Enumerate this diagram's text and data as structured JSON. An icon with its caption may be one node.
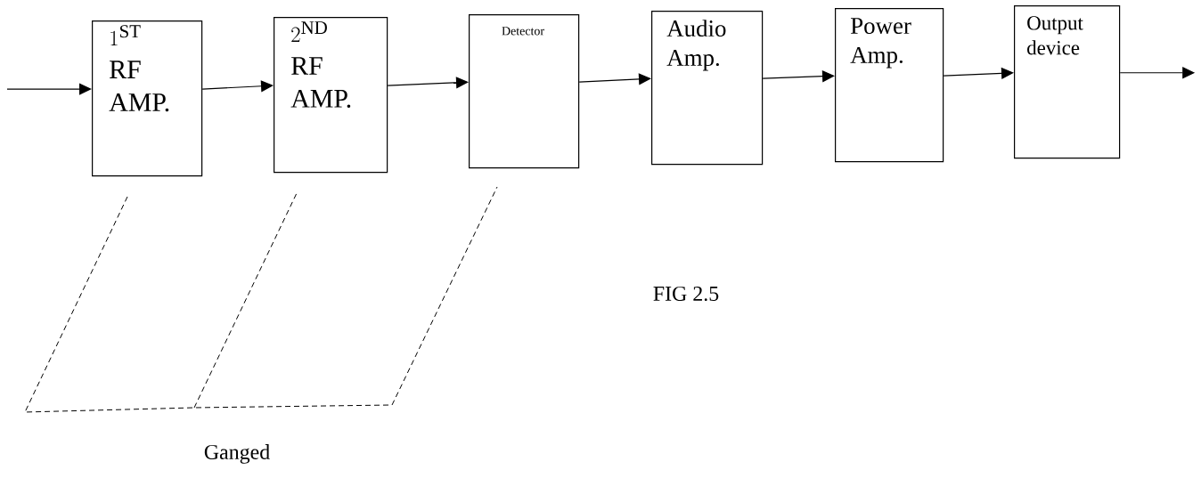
{
  "diagram": {
    "caption": "FIG 2.5",
    "nodes": [
      {
        "text": [
          "1^{\\mathrm{ST}}",
          "RF AMP."
        ]
      },
      {
        "text": [
          "2^{\\mathrm{ND}}",
          "RF AMP."
        ]
      },
      {
        "text": [
          "Detector"
        ]
      },
      {
        "text": [
          "Audio Amp."
        ]
      },
      {
        "text": [
          "Power Amp."
        ]
      },
      {
        "text": [
          "Output device"
        ]
      }
    ],
    "edges": [
      {
        "from": null,
        "to": 0,
        "arrow": "to"
      },
      {
        "from": 0,
        "to": 1,
        "arrow": "to"
      },
      {
        "from": 1,
        "to": 2,
        "arrow": "to"
      },
      {
        "from": 2,
        "to": 3,
        "arrow": "to"
      },
      {
        "from": 3,
        "to": 4,
        "arrow": "to"
      },
      {
        "from": 4,
        "to": 5,
        "arrow": "to"
      },
      {
        "from": 5,
        "to": null,
        "arrow": "to"
      }
    ],
    "labels": [
      "Ganged"
    ]
  }
}
